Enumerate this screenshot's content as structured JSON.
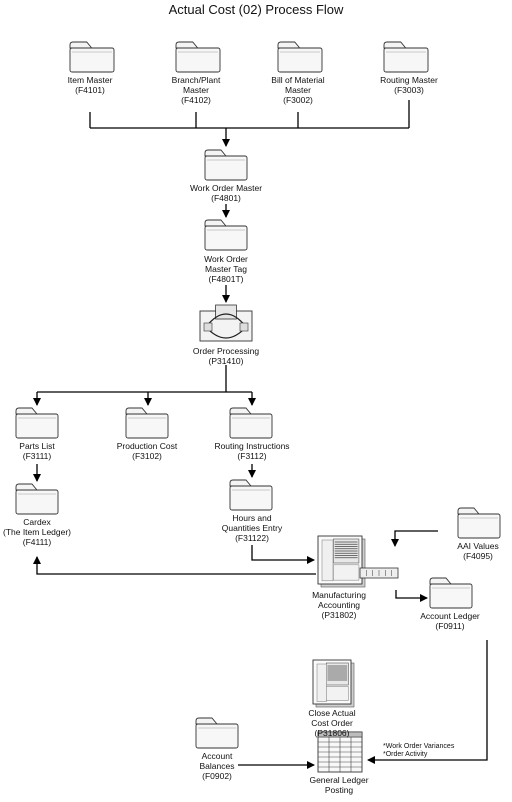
{
  "title": "Actual Cost (02) Process Flow",
  "nodes": {
    "item_master": {
      "lines": [
        "Item Master",
        "(F4101)"
      ]
    },
    "branch_plant_master": {
      "lines": [
        "Branch/Plant",
        "Master",
        "(F4102)"
      ]
    },
    "bom_master": {
      "lines": [
        "Bill of Material",
        "Master",
        "(F3002)"
      ]
    },
    "routing_master": {
      "lines": [
        "Routing Master",
        "(F3003)"
      ]
    },
    "work_order_master": {
      "lines": [
        "Work Order Master",
        "(F4801)"
      ]
    },
    "work_order_master_tag": {
      "lines": [
        "Work Order",
        "Master Tag",
        "(F4801T)"
      ]
    },
    "order_processing": {
      "lines": [
        "Order Processing",
        "(P31410)"
      ]
    },
    "parts_list": {
      "lines": [
        "Parts List",
        "(F3111)"
      ]
    },
    "production_cost": {
      "lines": [
        "Production Cost",
        "(F3102)"
      ]
    },
    "routing_instructions": {
      "lines": [
        "Routing Instructions",
        "(F3112)"
      ]
    },
    "cardex": {
      "lines": [
        "Cardex",
        "(The Item Ledger)",
        "(F4111)"
      ]
    },
    "hours_quantities": {
      "lines": [
        "Hours and",
        "Quantities Entry",
        "(F31122)"
      ]
    },
    "manufacturing_accounting": {
      "lines": [
        "Manufacturing",
        "Accounting",
        "(P31802)"
      ]
    },
    "aai_values": {
      "lines": [
        "AAI Values",
        "(F4095)"
      ]
    },
    "account_ledger": {
      "lines": [
        "Account Ledger",
        "(F0911)"
      ]
    },
    "close_actual_cost_order": {
      "lines": [
        "Close Actual",
        "Cost Order",
        "(P31806)"
      ]
    },
    "account_balances": {
      "lines": [
        "Account",
        "Balances",
        "(F0902)"
      ]
    },
    "general_ledger_posting": {
      "lines": [
        "General Ledger",
        "Posting"
      ]
    }
  },
  "notes": [
    "*Work Order Variances",
    "*Order Activity"
  ]
}
